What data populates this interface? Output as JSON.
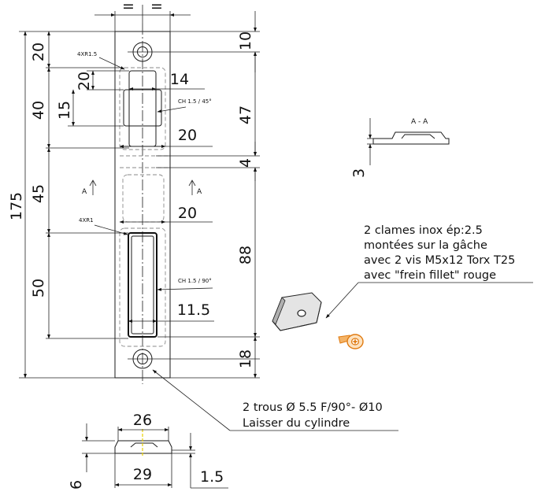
{
  "dimensions": {
    "eq_left": "=",
    "eq_right": "=",
    "d20_top": "20",
    "d10": "10",
    "d175": "175",
    "d40": "40",
    "d20_slot": "20",
    "d15": "15",
    "d14": "14",
    "d47": "47",
    "d20_upper": "20",
    "d4": "4",
    "d45": "45",
    "d20_lower": "20",
    "d88": "88",
    "d50": "50",
    "d11_5": "11.5",
    "d18": "18",
    "d3": "3",
    "d26": "26",
    "d29": "29",
    "d6": "6",
    "d1_5": "1.5"
  },
  "labels": {
    "radius_top": "4XR1.5",
    "chamfer_top": "CH 1.5 / 45°",
    "radius_bottom": "4XR1",
    "chamfer_bottom": "CH 1.5 / 90°",
    "section_a_left": "A",
    "section_a_right": "A",
    "section_title": "A - A"
  },
  "notes": {
    "clamps_line1": "2 clames inox ép:2.5",
    "clamps_line2": "montées sur la gâche",
    "clamps_line3": "avec 2 vis M5x12 Torx T25",
    "clamps_line4": "avec \"frein fillet\" rouge",
    "holes_line1": "2 trous Ø 5.5 F/90°- Ø10",
    "holes_line2": "Laisser du cylindre"
  },
  "colors": {
    "line": "#1a1a1a",
    "hidden": "#8a8a8a",
    "screw": "#f08c1e",
    "center_yellow": "#e8d000"
  }
}
